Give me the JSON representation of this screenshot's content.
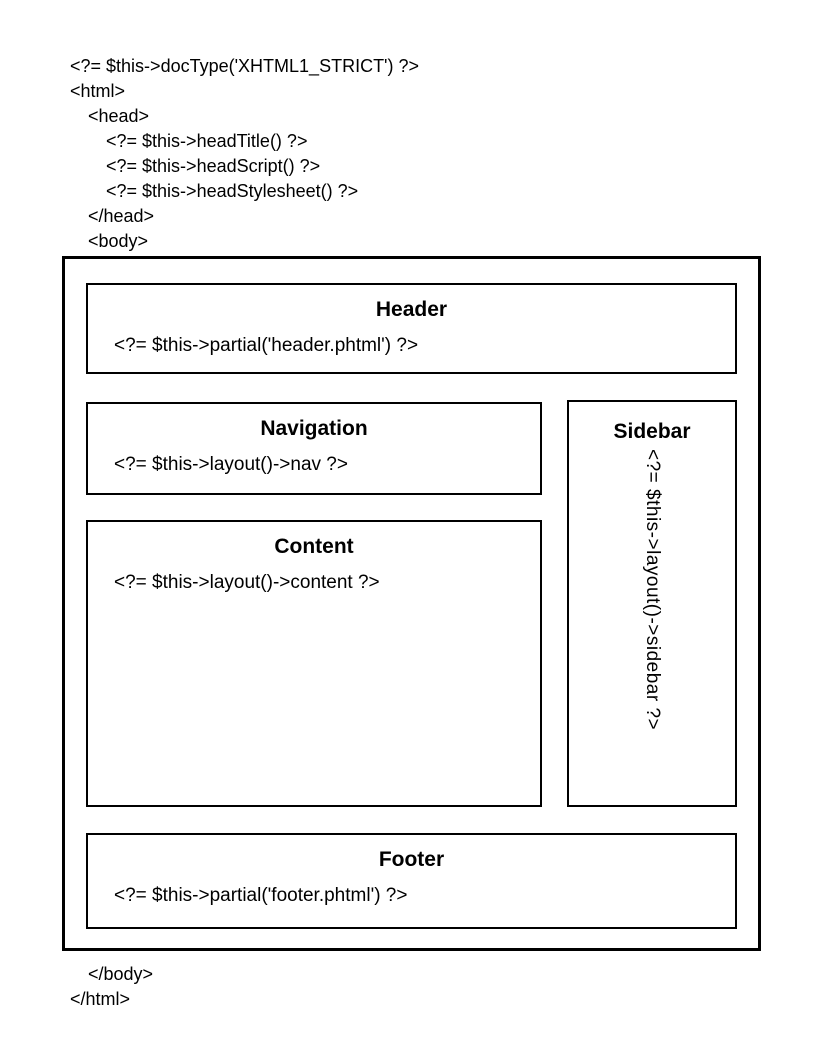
{
  "page": {
    "background": "#ffffff",
    "text_color": "#000000",
    "border_color": "#000000"
  },
  "code_top": {
    "lines": [
      "<?= $this->docType('XHTML1_STRICT') ?>",
      "<html>",
      "<head>",
      "<?= $this->headTitle() ?>",
      "<?= $this->headScript() ?>",
      "<?= $this->headStylesheet() ?>",
      "</head>",
      "<body>"
    ]
  },
  "diagram": {
    "header": {
      "title": "Header",
      "code": "<?= $this->partial('header.phtml') ?>"
    },
    "navigation": {
      "title": "Navigation",
      "code": "<?= $this->layout()->nav ?>"
    },
    "content": {
      "title": "Content",
      "code": "<?= $this->layout()->content ?>"
    },
    "sidebar": {
      "title": "Sidebar",
      "code": "<?= $this->layout()->sidebar ?>"
    },
    "footer": {
      "title": "Footer",
      "code": "<?= $this->partial('footer.phtml') ?>"
    }
  },
  "code_bottom": {
    "lines": [
      "</body>",
      "</html>"
    ]
  }
}
